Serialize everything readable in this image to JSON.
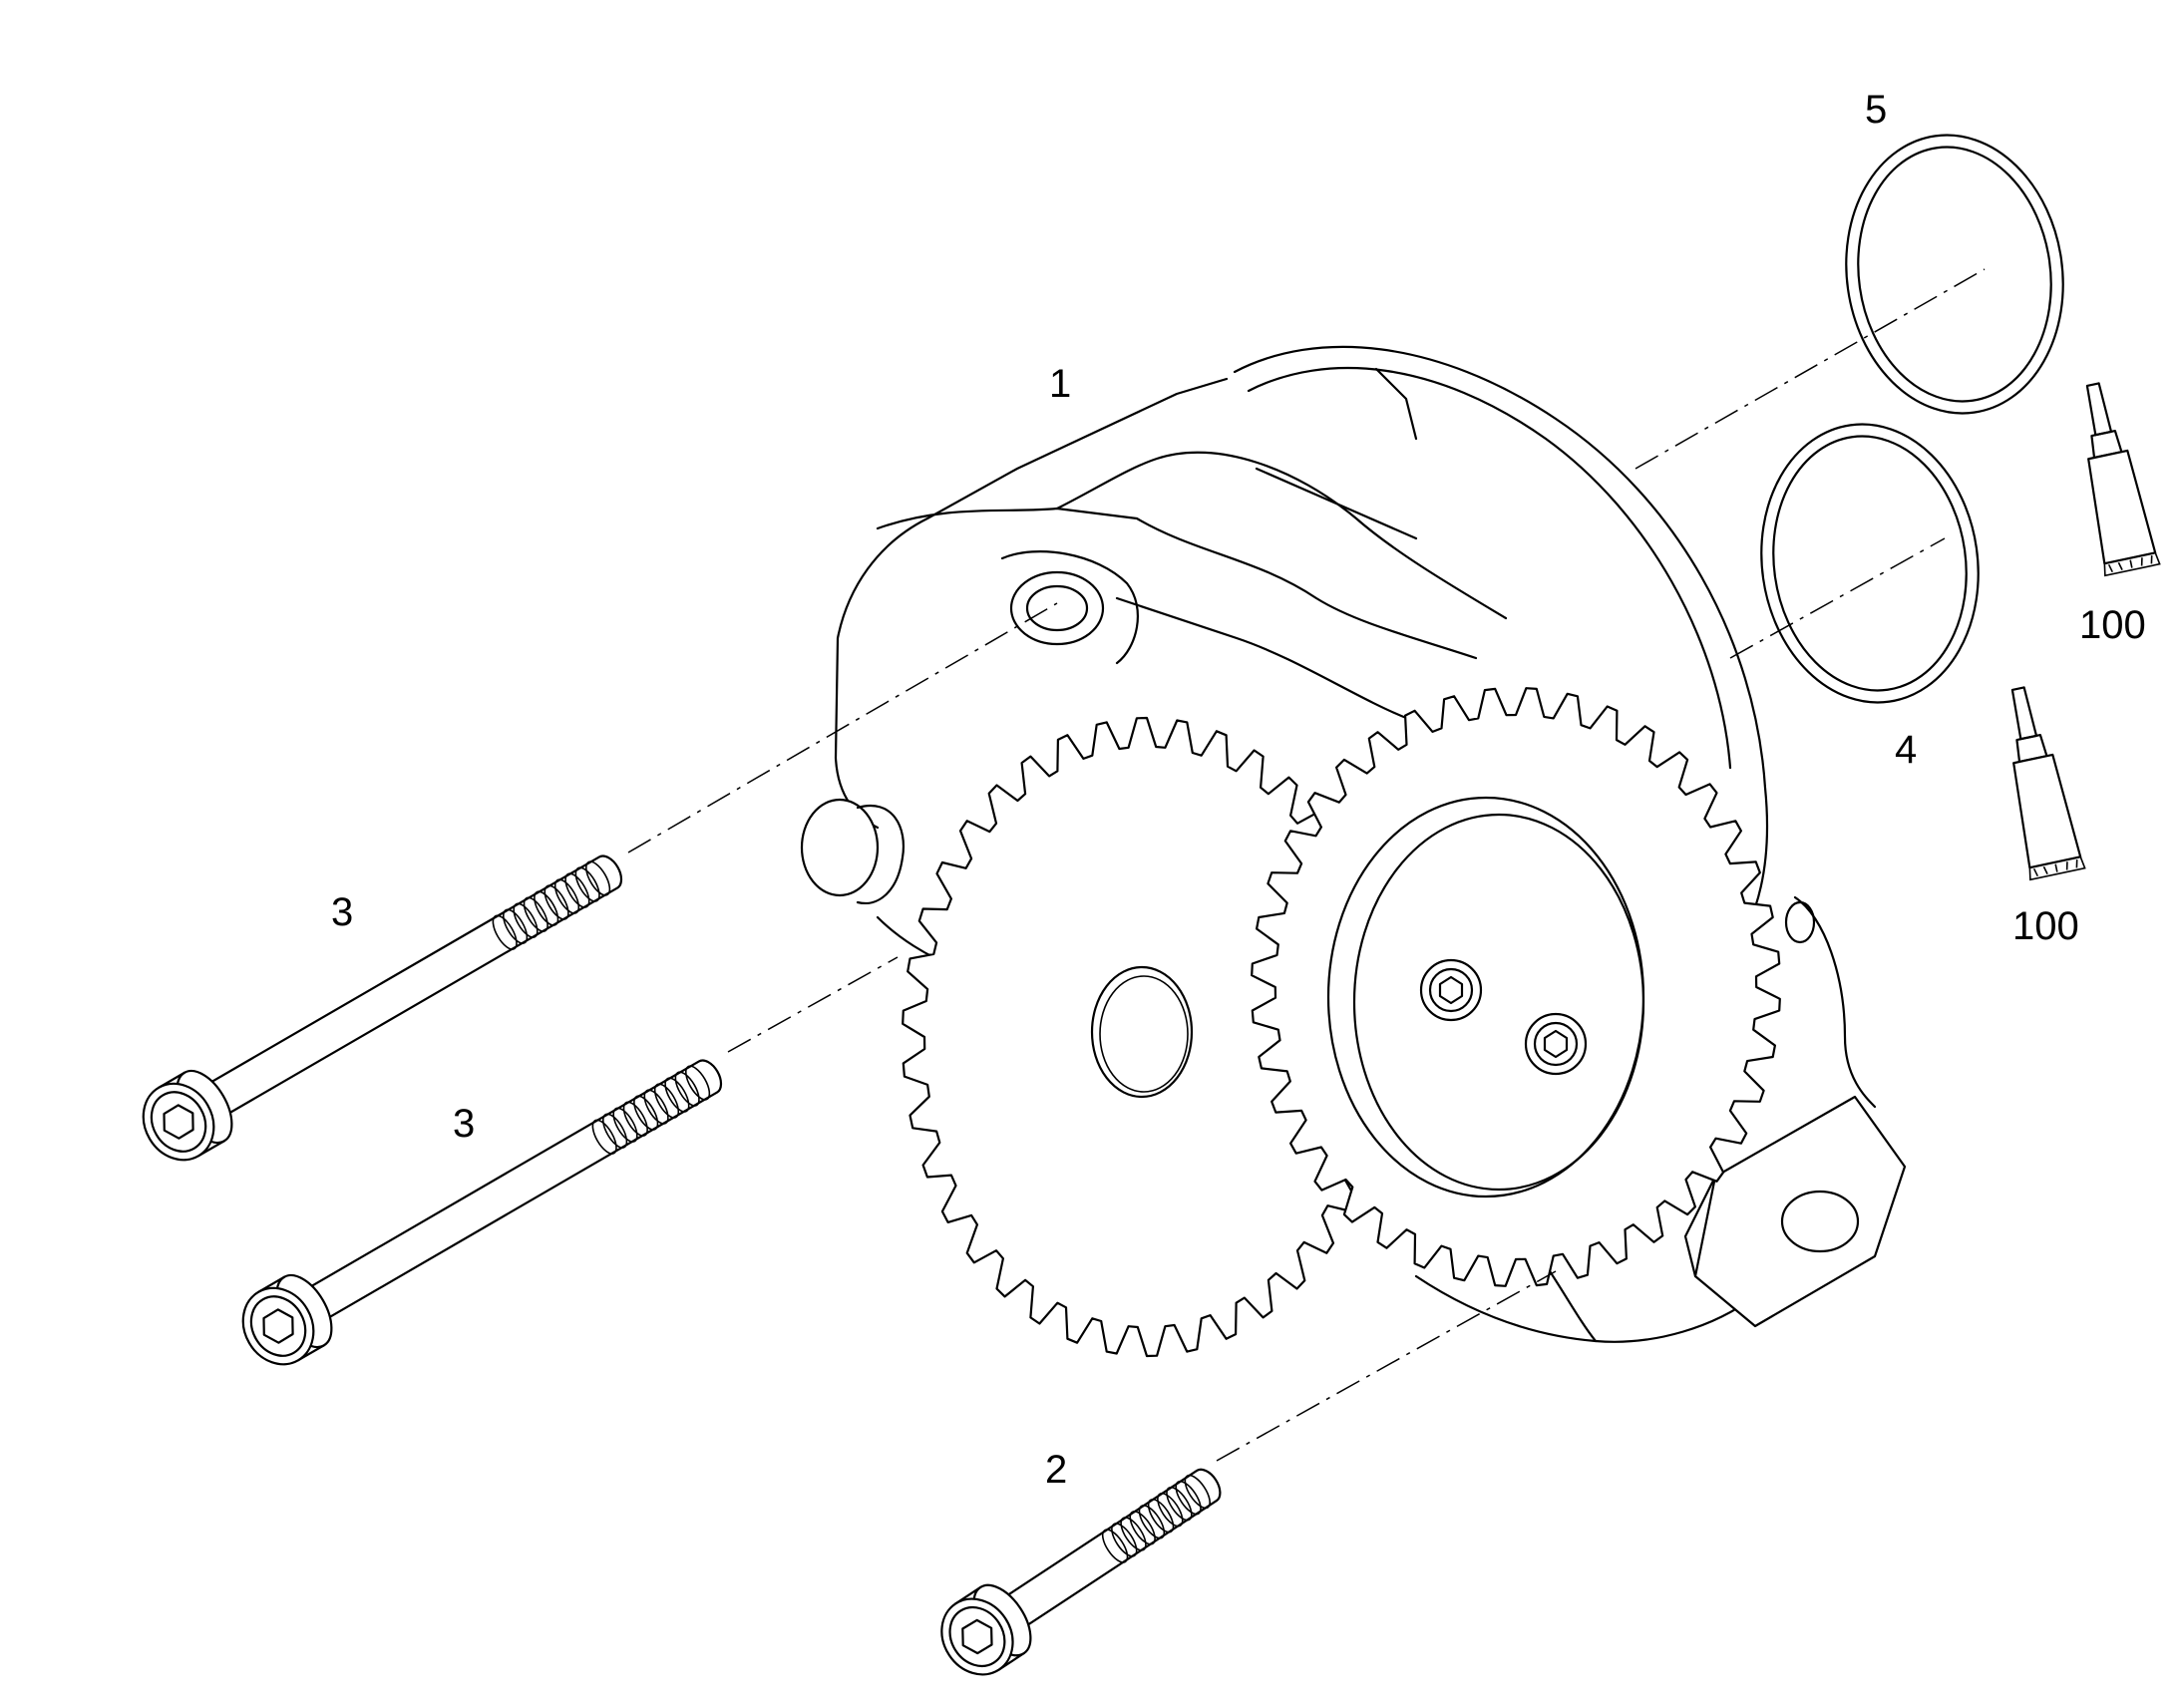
{
  "callouts": {
    "housing": "1",
    "short_bolt": "2",
    "long_bolt_upper": "3",
    "long_bolt_lower": "3",
    "seal_ring_small": "4",
    "seal_ring_large": "5",
    "sealant_upper": "100",
    "sealant_lower": "100"
  },
  "colors": {
    "line": "#000000",
    "background": "#ffffff"
  }
}
